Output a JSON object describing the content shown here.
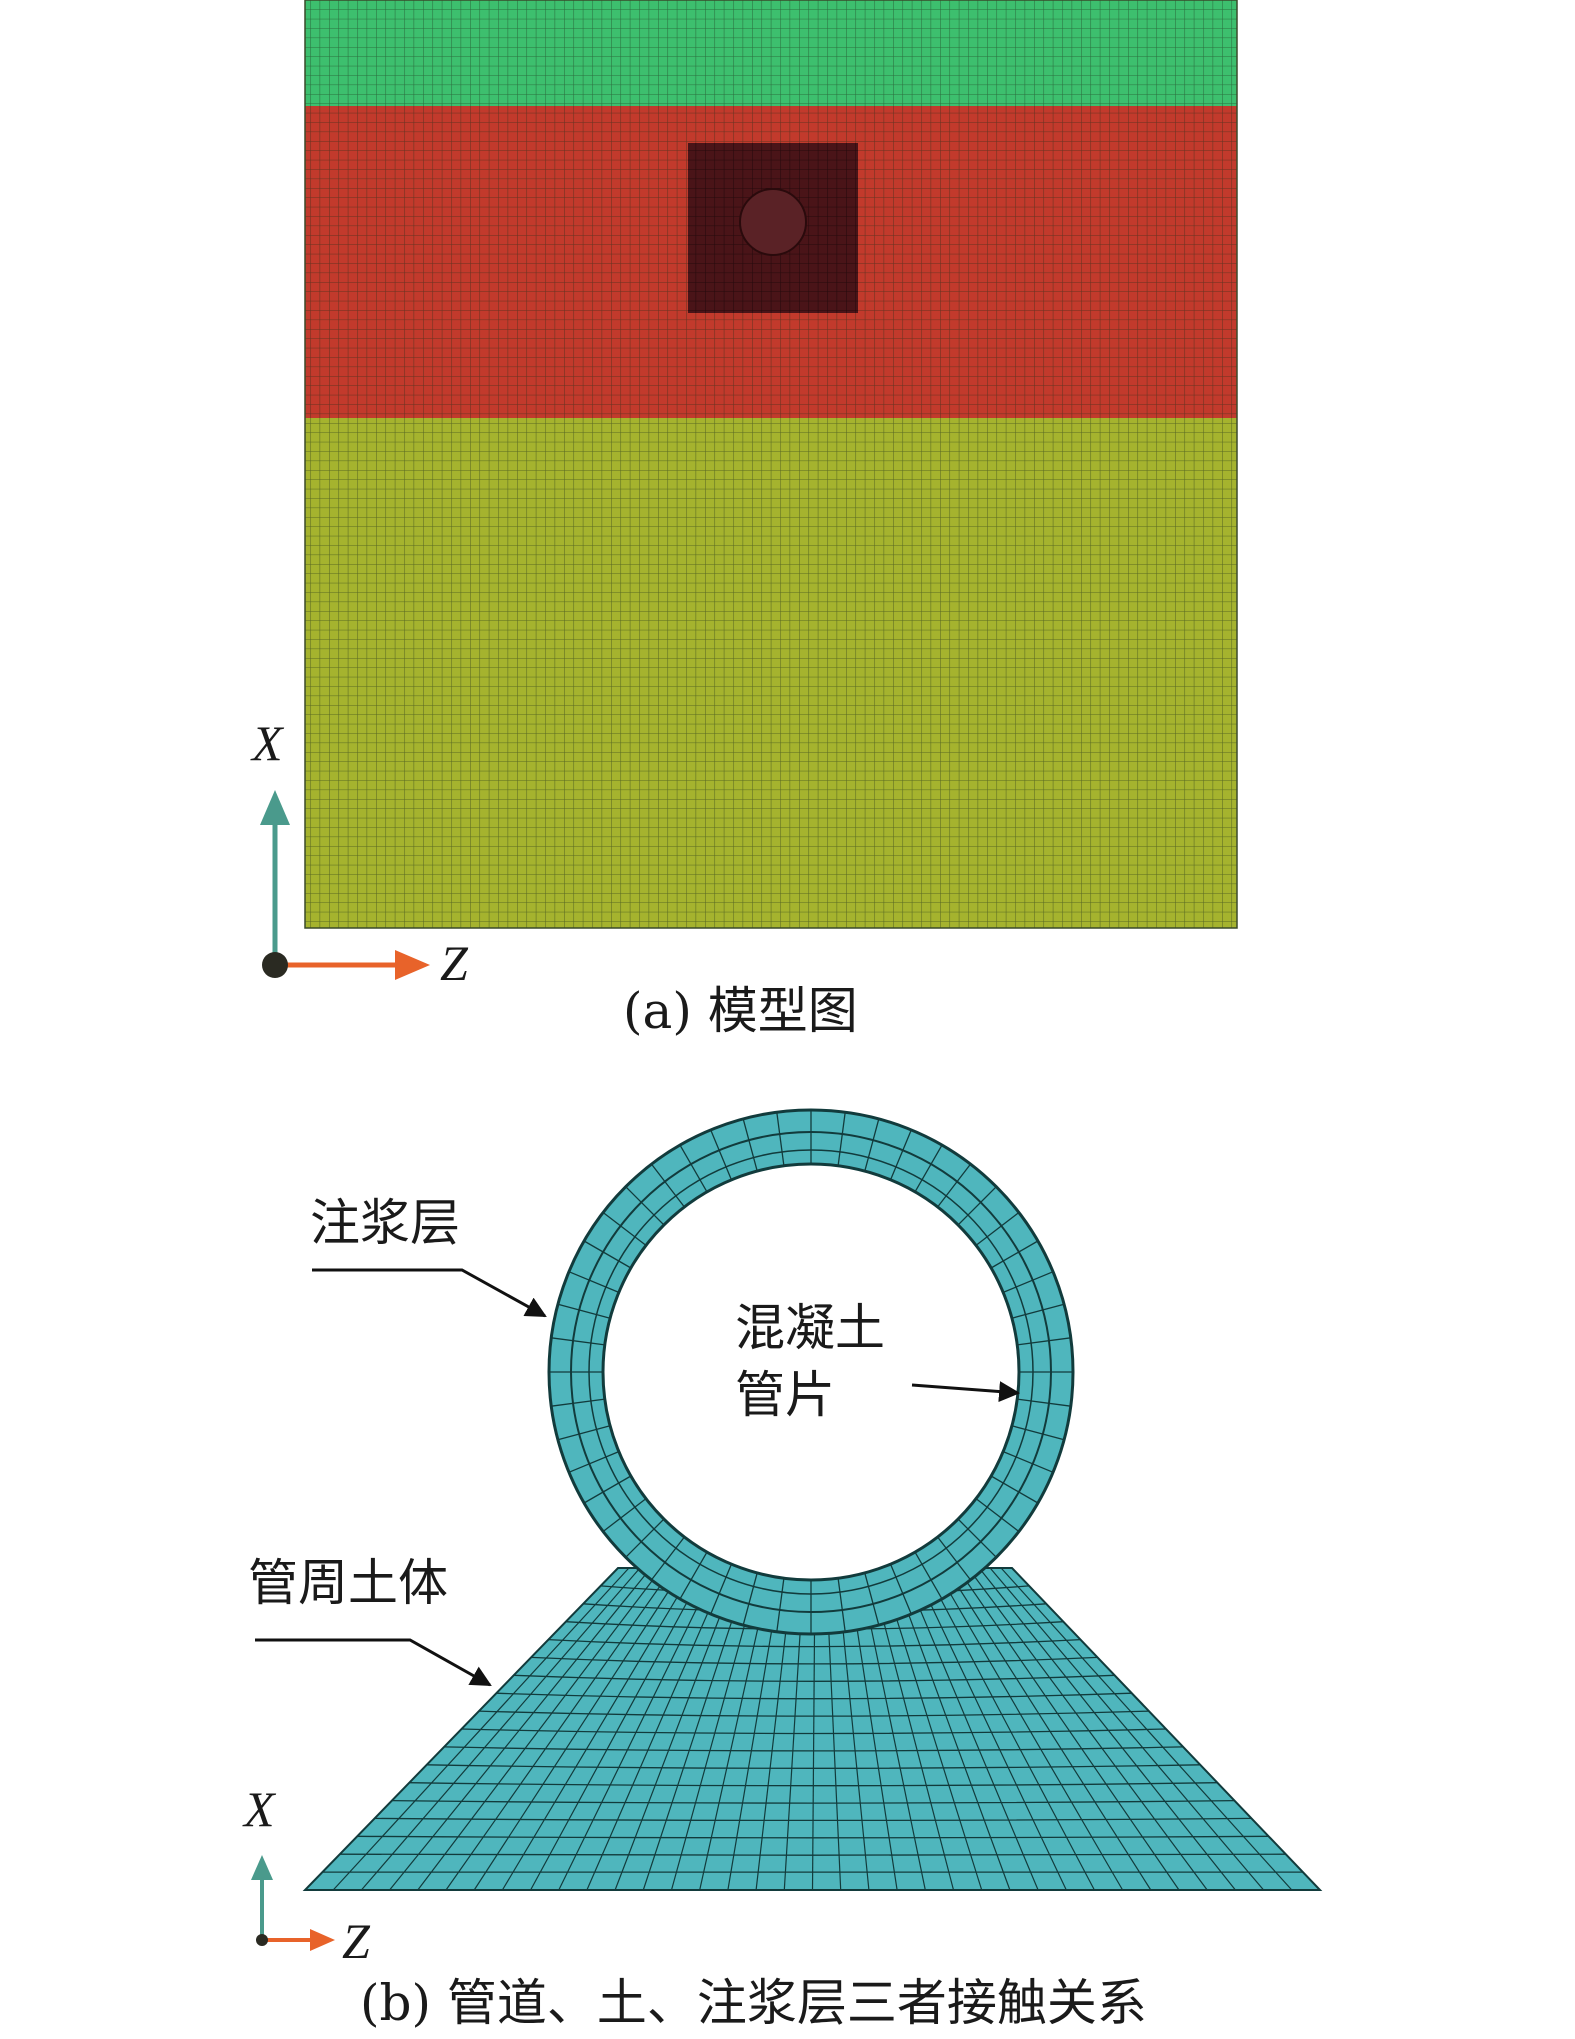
{
  "panel_a": {
    "caption": "(a) 模型图",
    "axes": {
      "x_label": "X",
      "z_label": "Z"
    },
    "layers": [
      {
        "name": "top-soil-layer",
        "color": "#3dbf6e"
      },
      {
        "name": "middle-soil-layer",
        "color": "#c23a2c"
      },
      {
        "name": "bottom-soil-layer",
        "color": "#a5b32e"
      }
    ],
    "mesh_line_color": "#1f5a2a",
    "pipe_zone_color": "#4a1418"
  },
  "panel_b": {
    "caption": "(b) 管道、土、注浆层三者接触关系",
    "axes": {
      "x_label": "X",
      "z_label": "Z"
    },
    "labels": {
      "grout_layer": "注浆层",
      "segment_line1": "混凝土",
      "segment_line2": "管片",
      "soil": "管周土体"
    },
    "mesh_color": "#4fb6bd",
    "mesh_line_color": "#123b3c"
  },
  "colors": {
    "axis_x_arrow": "#4a9a8c",
    "axis_z_arrow": "#e8632a",
    "origin_dot": "#2a2a22",
    "leader_line": "#111111"
  }
}
